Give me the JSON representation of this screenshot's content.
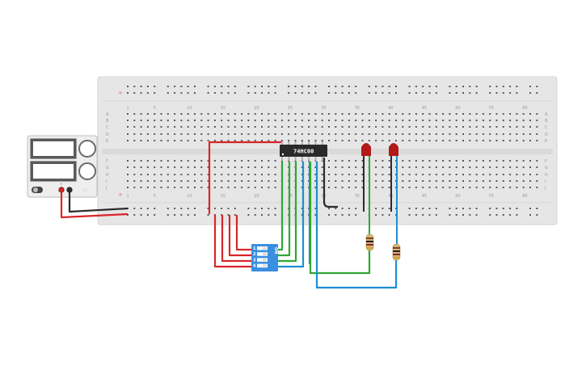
{
  "breadboard": {
    "column_numbers": [
      "1",
      "5",
      "10",
      "15",
      "20",
      "25",
      "30",
      "35",
      "40",
      "45",
      "50",
      "55",
      "60"
    ],
    "row_letters_top": [
      "A",
      "B",
      "C",
      "D",
      "E"
    ],
    "row_letters_bottom": [
      "F",
      "G",
      "H",
      "I",
      "J"
    ]
  },
  "chip": {
    "label": "74HC00"
  },
  "power_supply": {
    "label": "DC",
    "plus_label": "+",
    "minus_label": "-"
  },
  "dip_switch": {
    "on_label": "ON",
    "switch_numbers": [
      "1",
      "2",
      "3",
      "4"
    ]
  },
  "colors": {
    "wire_red": "#d7262b",
    "wire_green": "#2fa835",
    "wire_blue": "#1b8fd3",
    "wire_black": "#2b2b2b",
    "led_red": "#b31919",
    "dip_blue": "#3a8fe0",
    "breadboard": "#e6e6e6"
  }
}
